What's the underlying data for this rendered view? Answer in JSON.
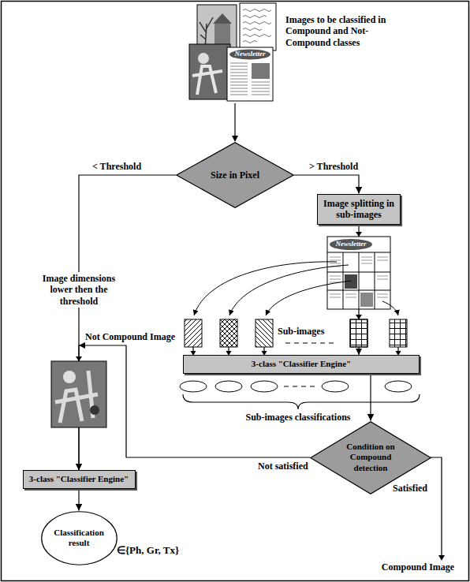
{
  "diagram": {
    "nodes": [
      {
        "text": [
          "Size in Pixel"
        ]
      },
      {
        "text": [
          "Image splitting in sub-images"
        ]
      },
      {
        "text": [
          "3-class \"Classifier Engine\""
        ]
      },
      {
        "text": [
          "Condition on Compound detection"
        ]
      },
      {
        "text": [
          "3-class \"Classifier Engine\""
        ]
      },
      {
        "text": [
          "Classification result"
        ]
      }
    ],
    "edges": [
      {
        "from": 0,
        "to": 1,
        "arrow": "to",
        "label": "> Threshold"
      },
      {
        "from": 0,
        "to": 4,
        "arrow": "to",
        "label": "< Threshold"
      },
      {
        "from": 1,
        "to": 2,
        "arrow": "to"
      },
      {
        "from": 2,
        "to": 3,
        "arrow": "to"
      },
      {
        "from": 3,
        "to": 4,
        "arrow": "to",
        "label": "Not satisfied"
      },
      {
        "from": 4,
        "to": 5,
        "arrow": "to"
      }
    ],
    "labels": [
      "Images to be classified in Compound and Not-Compound classes",
      "Image dimensions lower then the threshold",
      "Not Compound Image",
      "Sub-images",
      "Sub-images classifications",
      "Satisfied",
      "Compound Image",
      "∈{Ph, Gr, Tx}",
      "Newsletter",
      "Newsletter"
    ]
  }
}
